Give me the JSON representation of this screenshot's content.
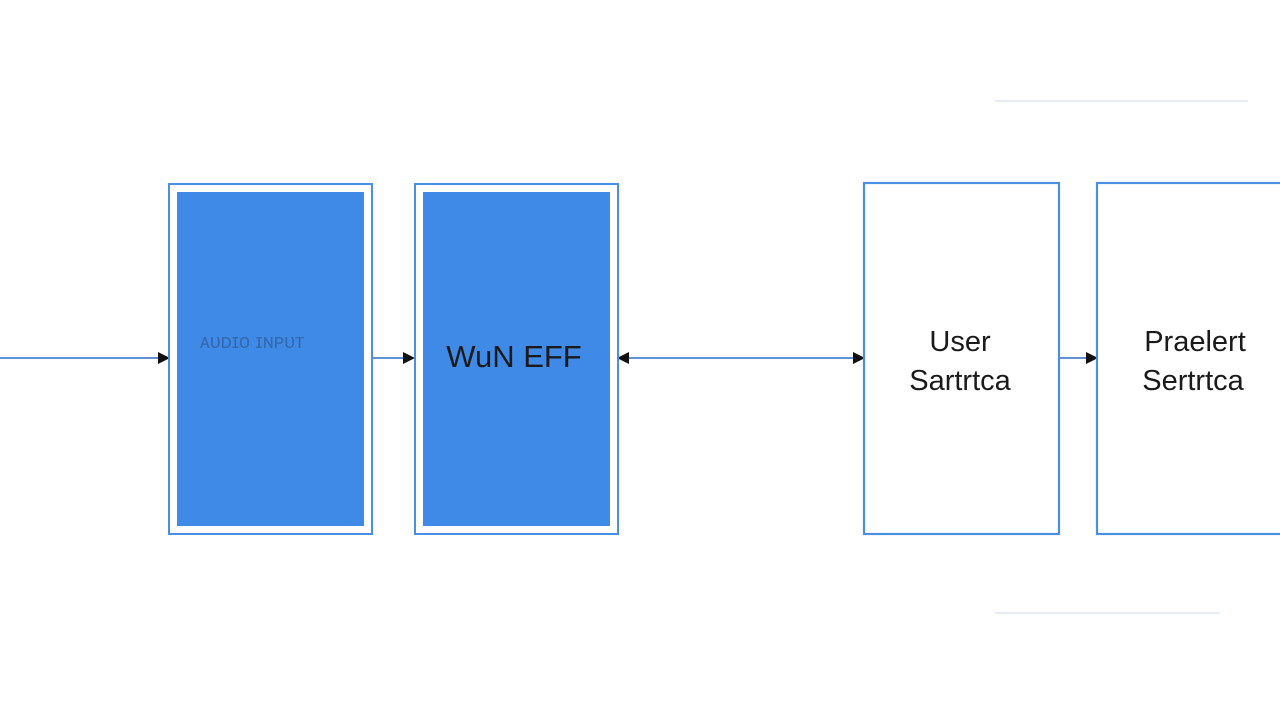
{
  "diagram": {
    "colors": {
      "fill": "#3f8ae6",
      "stroke": "#4a8fe3",
      "edge": "#2f6fc8",
      "arrowhead": "#111111",
      "text": "#1a1a1a",
      "background": "#ffffff"
    },
    "nodes": [
      {
        "id": "n1",
        "lines": [
          "ᴀᴜᴅɪᴏ ɪɴᴘᴜᴛ"
        ],
        "filled": true
      },
      {
        "id": "n2",
        "lines": [
          "WuN EFF"
        ],
        "filled": true
      },
      {
        "id": "n3",
        "lines": [
          "User",
          "Sartrtca"
        ],
        "filled": false
      },
      {
        "id": "n4",
        "lines": [
          "Praelert",
          "Sertrtca"
        ],
        "filled": false
      }
    ],
    "edges": [
      {
        "from": "input",
        "to": "n1"
      },
      {
        "from": "n1",
        "to": "n2"
      },
      {
        "from": "n3",
        "to": "n2"
      },
      {
        "from": "n2",
        "to": "n3"
      },
      {
        "from": "n3",
        "to": "n4"
      }
    ]
  }
}
